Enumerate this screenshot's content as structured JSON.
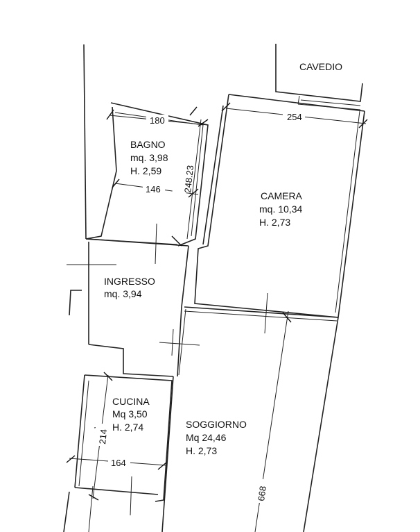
{
  "rooms": {
    "cavedio": {
      "name": "CAVEDIO"
    },
    "bagno": {
      "name": "BAGNO",
      "area": "mq. 3,98",
      "height": "H. 2,59"
    },
    "camera": {
      "name": "CAMERA",
      "area": "mq. 10,34",
      "height": "H. 2,73"
    },
    "ingresso": {
      "name": "INGRESSO",
      "area": "mq. 3,94"
    },
    "cucina": {
      "name": "CUCINA",
      "area": "Mq 3,50",
      "height": "H. 2,74"
    },
    "soggiorno": {
      "name": "SOGGIORNO",
      "area": "Mq 24,46",
      "height": "H. 2,73"
    }
  },
  "dimensions": {
    "bagno_top": "180",
    "bagno_side": "248.23",
    "bagno_bottom": "146",
    "camera_top": "254",
    "cucina_side": "214",
    "cucina_bottom": "164",
    "soggiorno_side": "668"
  }
}
